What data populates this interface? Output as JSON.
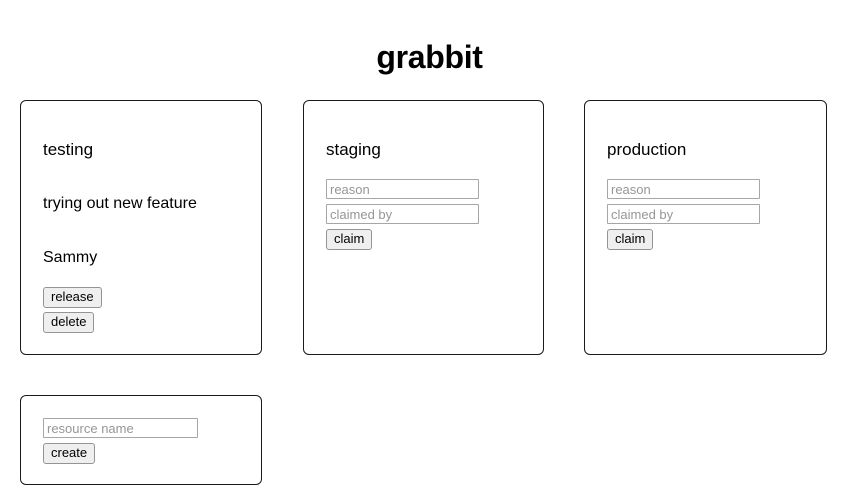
{
  "app": {
    "title": "grabbit"
  },
  "resources": [
    {
      "name": "testing",
      "claimed": true,
      "reason": "trying out new feature",
      "claimed_by": "Sammy",
      "release_label": "release",
      "delete_label": "delete"
    },
    {
      "name": "staging",
      "claimed": false,
      "reason_placeholder": "reason",
      "claimed_by_placeholder": "claimed by",
      "claim_label": "claim"
    },
    {
      "name": "production",
      "claimed": false,
      "reason_placeholder": "reason",
      "claimed_by_placeholder": "claimed by",
      "claim_label": "claim"
    }
  ],
  "create_form": {
    "resource_name_placeholder": "resource name",
    "create_label": "create"
  },
  "colors": {
    "page_background": "#ffffff",
    "text": "#000000",
    "card_border": "#1b1b1b",
    "input_border": "#a6a6a6",
    "placeholder_text": "#969696",
    "button_face": "#efefef",
    "button_border": "#949494"
  }
}
